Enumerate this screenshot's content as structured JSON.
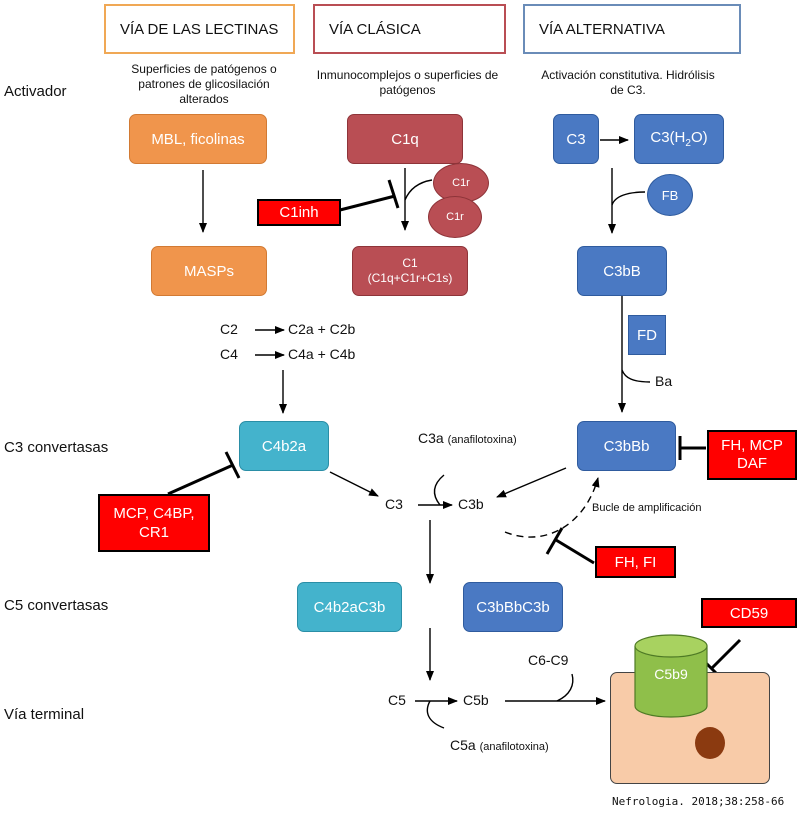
{
  "headers": {
    "lectinas": "VÍA DE LAS LECTINAS",
    "clasica": "VÍA CLÁSICA",
    "alternativa": "VÍA ALTERNATIVA"
  },
  "descriptions": {
    "lectinas": "Superficies de patógenos o patrones de glicosilación alterados",
    "clasica": "Inmunocomplejos o superficies de patógenos",
    "alternativa": "Activación constitutiva. Hidrólisis de C3."
  },
  "row_labels": {
    "activador": "Activador",
    "c3_convertasas": "C3 convertasas",
    "c5_convertasas": "C5 convertasas",
    "via_terminal": "Vía terminal"
  },
  "nodes": {
    "mbl": "MBL, ficolinas",
    "masps": "MASPs",
    "c1q": "C1q",
    "c1r_1": "C1r",
    "c1r_2": "C1r",
    "c1_line1": "C1",
    "c1_line2": "(C1q+C1r+C1s)",
    "c3": "C3",
    "c3h2o_pre": "C3(H",
    "c3h2o_sub": "2",
    "c3h2o_post": "O)",
    "fb": "FB",
    "c3bb": "C3bB",
    "fd": "FD",
    "ba": "Ba",
    "c3bbb": "C3bBb",
    "c4b2a": "C4b2a",
    "c4b2ac3b": "C4b2aC3b",
    "c3bbbc3b": "C3bBbC3b",
    "c5b9": "C5b9"
  },
  "inhibitors": {
    "c1inh": "C1inh",
    "mcp_c4bp_line1": "MCP, C4BP,",
    "mcp_c4bp_line2": "CR1",
    "fh_mcp_line1": "FH, MCP",
    "fh_mcp_line2": "DAF",
    "fh_fi": "FH, FI",
    "cd59": "CD59"
  },
  "labels": {
    "c2": "C2",
    "c2_products": "C2a + C2b",
    "c4": "C4",
    "c4_products": "C4a + C4b",
    "c3a": "C3a",
    "anafilotoxina_1": "(anafilotoxina)",
    "c3_center": "C3",
    "c3b": "C3b",
    "bucle": "Bucle de amplificación",
    "c6c9": "C6-C9",
    "c5": "C5",
    "c5b": "C5b",
    "c5a": "C5a",
    "anafilotoxina_2": "(anafilotoxina)"
  },
  "citation": "Nefrologia. 2018;38:258-66",
  "colors": {
    "lectinas": "#f0954c",
    "clasica": "#b94e54",
    "alternativa": "#4a79c3",
    "convertasa_clasica": "#44b3cc",
    "inhibitor": "#ff0000",
    "c5b9": "#8fbf4a",
    "cell": "#f8cba8",
    "nucleus": "#8b3a10"
  }
}
